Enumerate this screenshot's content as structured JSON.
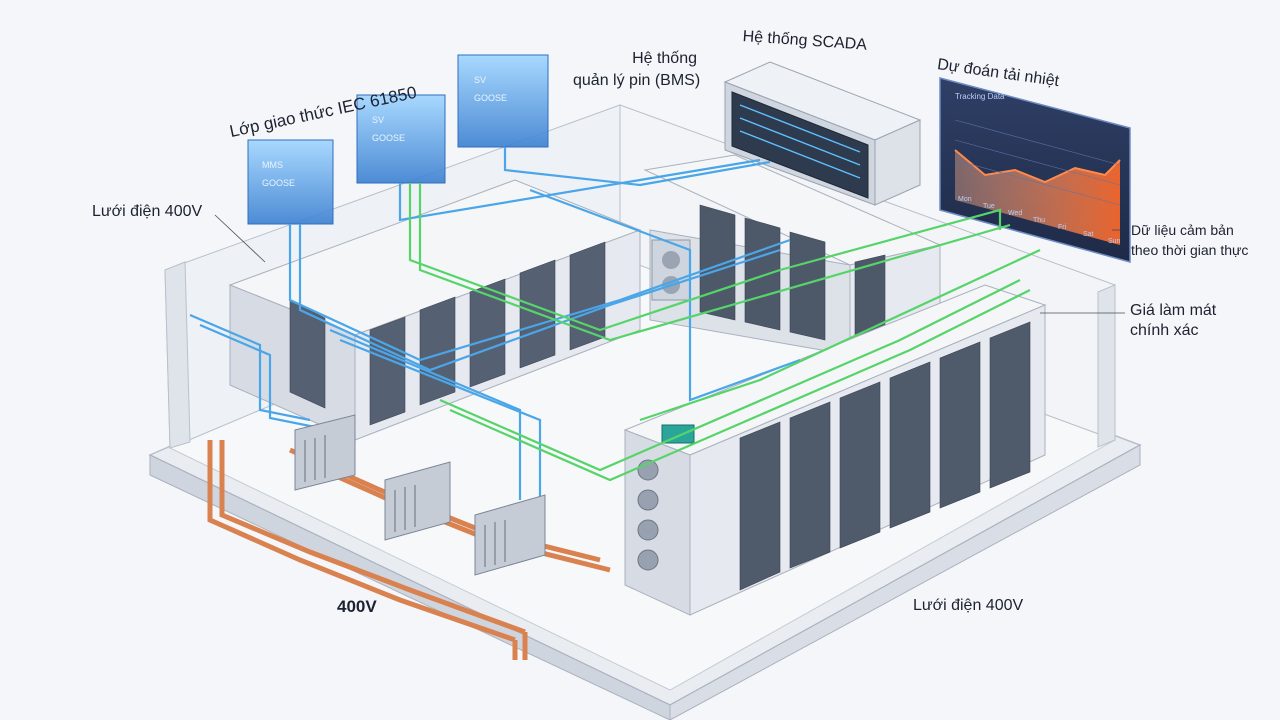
{
  "labels": {
    "iec_protocol_layer": "Lớp giao thức IEC 61850",
    "bms_line1": "Hệ thống",
    "bms_line2": "quản lý pin (BMS)",
    "scada": "Hệ thống SCADA",
    "heat_forecast": "Dự đoán tải nhiệt",
    "grid_left": "Lưới điện 400V",
    "realtime_line1": "Dữ liệu cảm bản",
    "realtime_line2": "theo thời gian thực",
    "cooling_line1": "Giá làm mát",
    "cooling_line2": "chính xác",
    "voltage_bottom": "400V",
    "grid_bottom": "Lưới điện 400V"
  },
  "protocol_stack_text": [
    "MMS",
    "GOOSE",
    "SV",
    "GOOSE",
    "SV",
    "GOOSE"
  ],
  "dashboard": {
    "header": "Tracking Data",
    "x_ticks": [
      "Mon",
      "Tue",
      "Wed",
      "Thu",
      "Fri",
      "Sat",
      "Sun"
    ]
  },
  "colors": {
    "power_cable": "#d98250",
    "data_cable_blue": "#4aa6e8",
    "data_cable_green": "#56d46a",
    "rack_body": "#e6e9ef",
    "floor": "#f7f8fa",
    "dashboard_bg": "#253355",
    "dashboard_curve": "#ff8a4c"
  }
}
